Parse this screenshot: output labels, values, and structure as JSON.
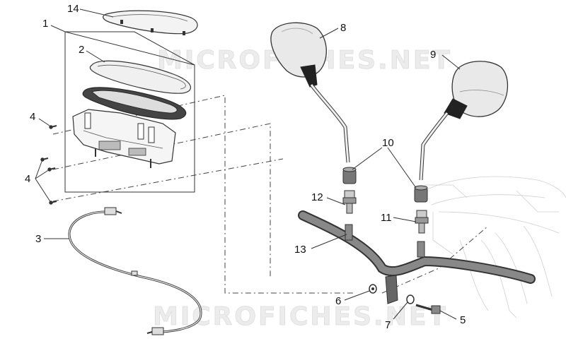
{
  "diagram": {
    "watermark_top": "MICROFICHES.NET",
    "watermark_bottom": "MICROFICHES.NET",
    "callouts": [
      {
        "label": "1",
        "part": "dashboard-assembly"
      },
      {
        "label": "2",
        "part": "ring-gasket"
      },
      {
        "label": "3",
        "part": "speedometer-cable"
      },
      {
        "label": "4",
        "part": "screw"
      },
      {
        "label": "4",
        "part": "screws-group"
      },
      {
        "label": "5",
        "part": "bolt"
      },
      {
        "label": "6",
        "part": "washer"
      },
      {
        "label": "7",
        "part": "washer"
      },
      {
        "label": "8",
        "part": "left-mirror"
      },
      {
        "label": "9",
        "part": "right-mirror"
      },
      {
        "label": "10",
        "part": "rubber-sleeves"
      },
      {
        "label": "11",
        "part": "right-adapter"
      },
      {
        "label": "12",
        "part": "left-adapter"
      },
      {
        "label": "13",
        "part": "handlebar"
      },
      {
        "label": "14",
        "part": "instrument-cover"
      }
    ]
  }
}
